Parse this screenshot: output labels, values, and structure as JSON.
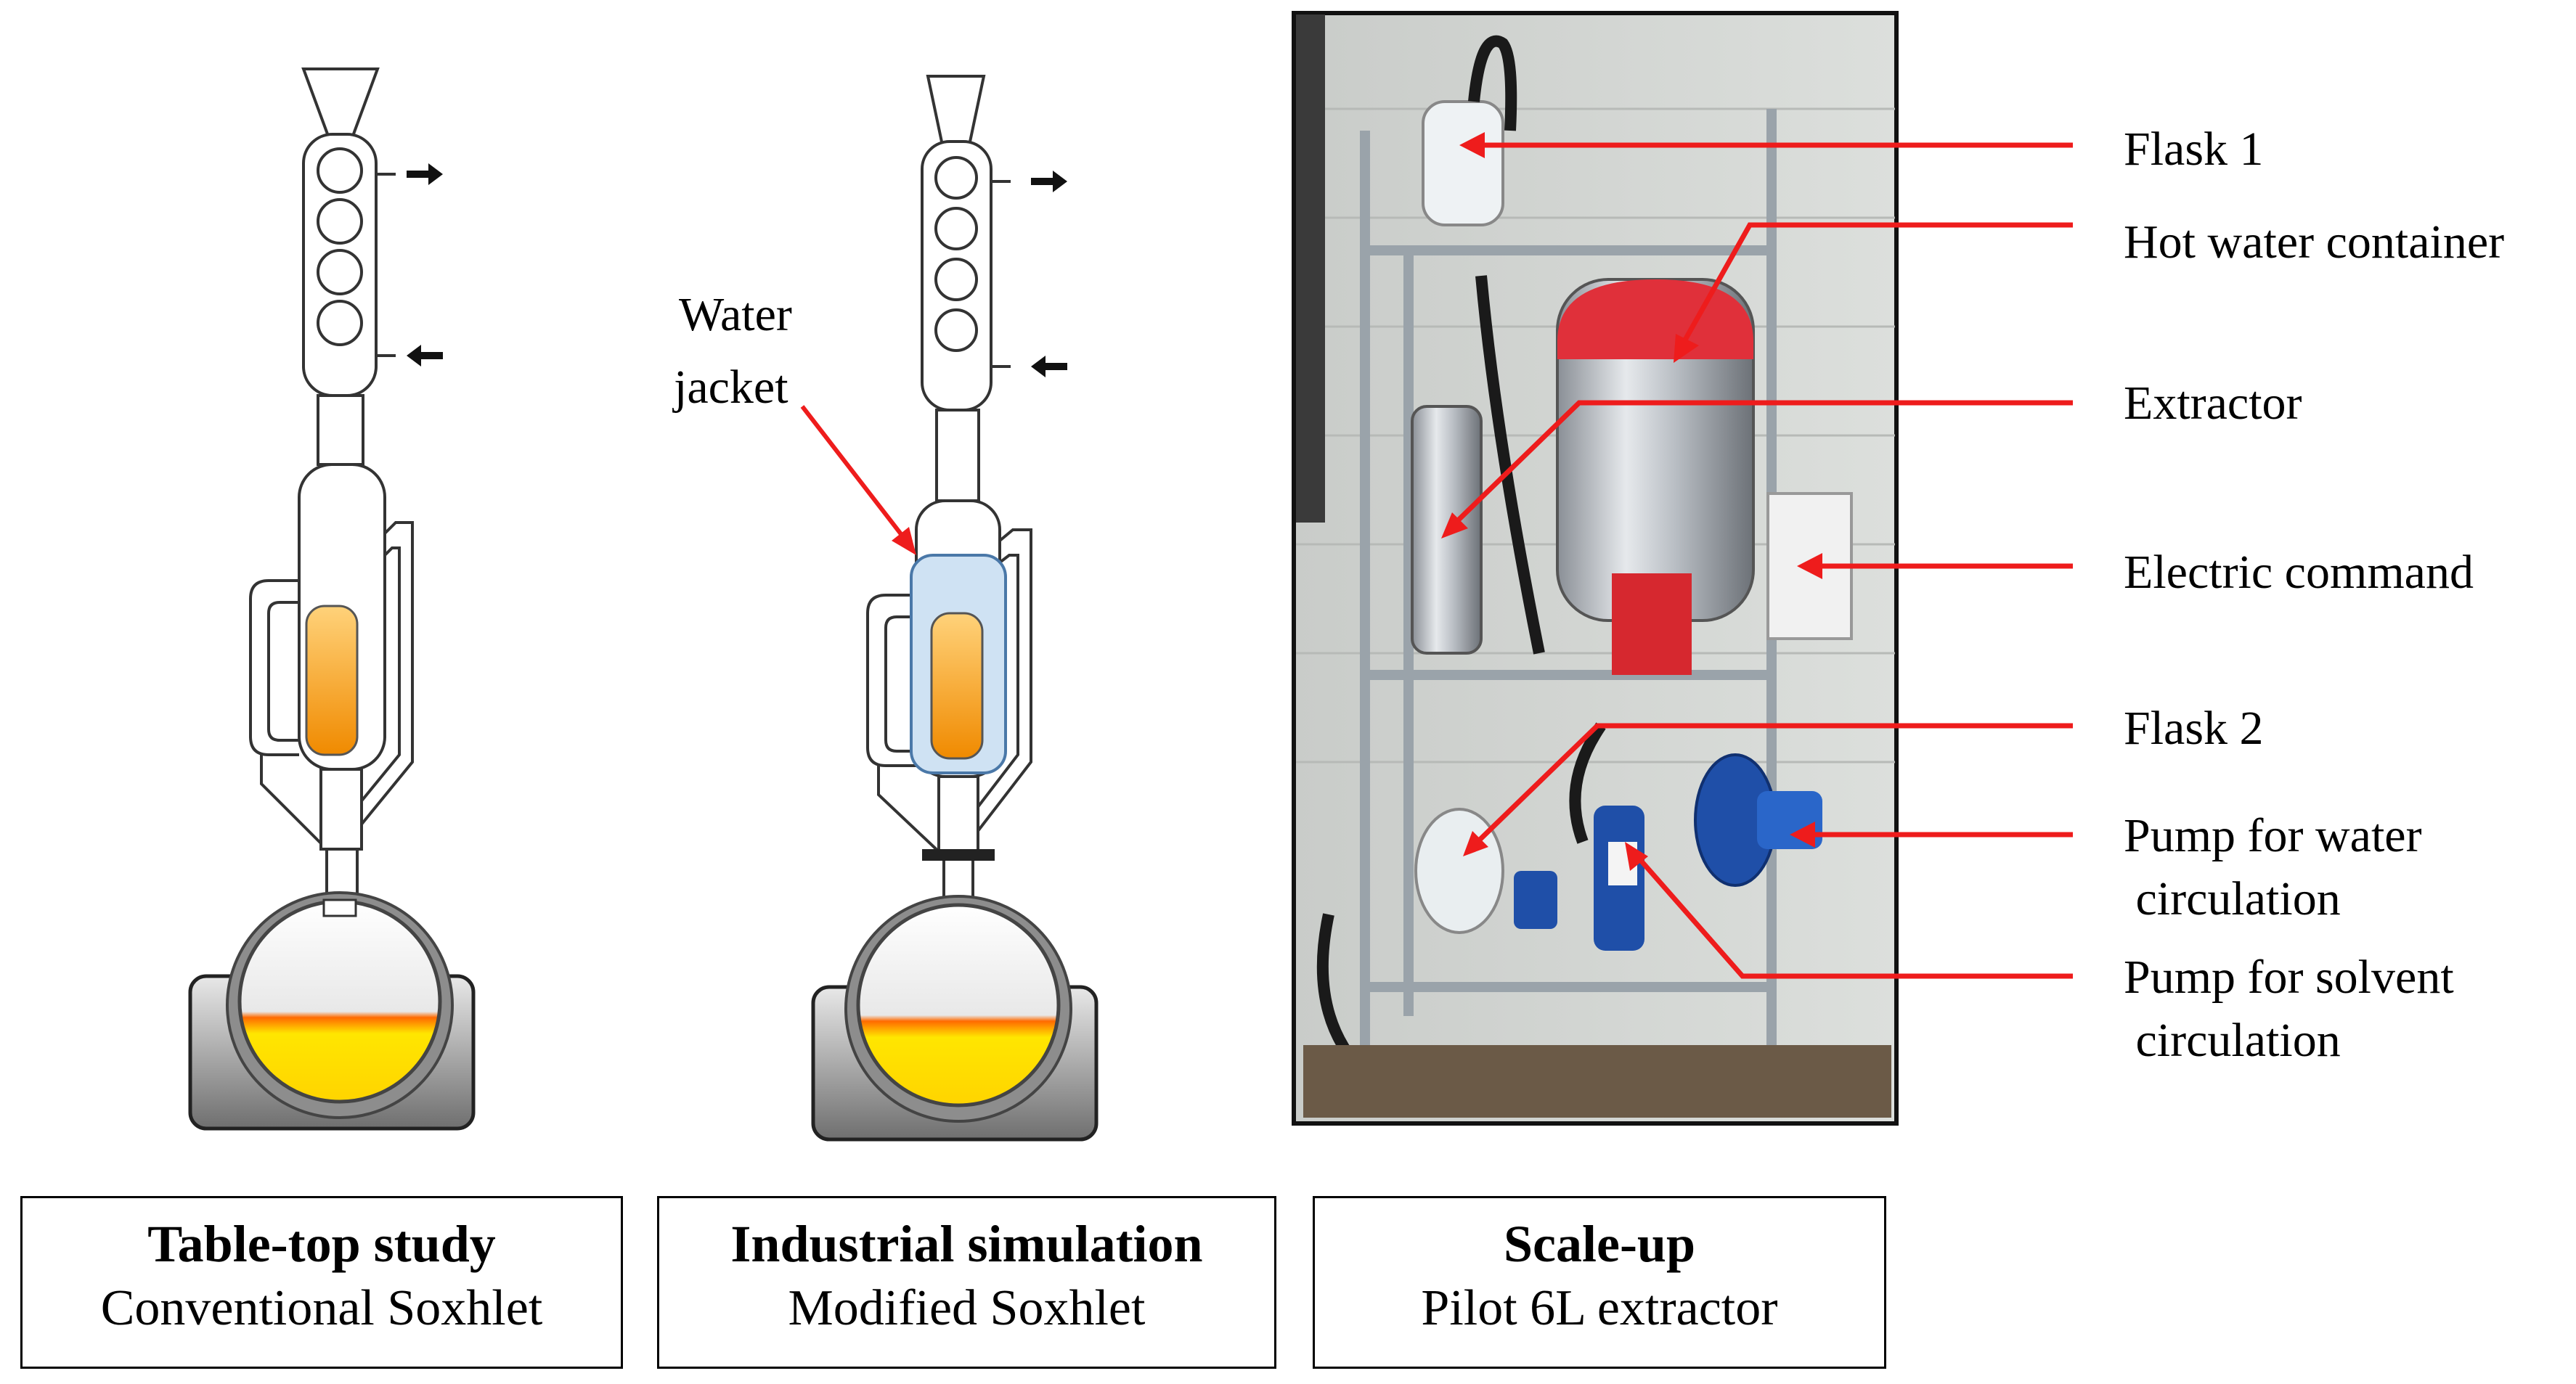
{
  "left_panel": {
    "caption_title": "Table-top study",
    "caption_subtitle": "Conventional Soxhlet"
  },
  "middle_panel": {
    "annotation_line1": "Water",
    "annotation_line2": "jacket",
    "caption_title": "Industrial simulation",
    "caption_subtitle": "Modified Soxhlet"
  },
  "right_panel": {
    "caption_title": "Scale-up",
    "caption_subtitle": "Pilot 6L extractor"
  },
  "callouts": [
    {
      "line1": "Flask 1",
      "line2": ""
    },
    {
      "line1": "Hot water container",
      "line2": ""
    },
    {
      "line1": "Extractor",
      "line2": ""
    },
    {
      "line1": "Electric command",
      "line2": ""
    },
    {
      "line1": "Flask 2",
      "line2": ""
    },
    {
      "line1": "Pump for water",
      "line2": " circulation"
    },
    {
      "line1": "Pump for solvent",
      "line2": " circulation"
    }
  ],
  "colors": {
    "arrow": "#ee1c1c",
    "solvent_orange": "#f5a623",
    "flask_yellow": "#ffe600",
    "heater_gray": "#a8a8a8",
    "water_jacket": "#9ec3e6"
  }
}
